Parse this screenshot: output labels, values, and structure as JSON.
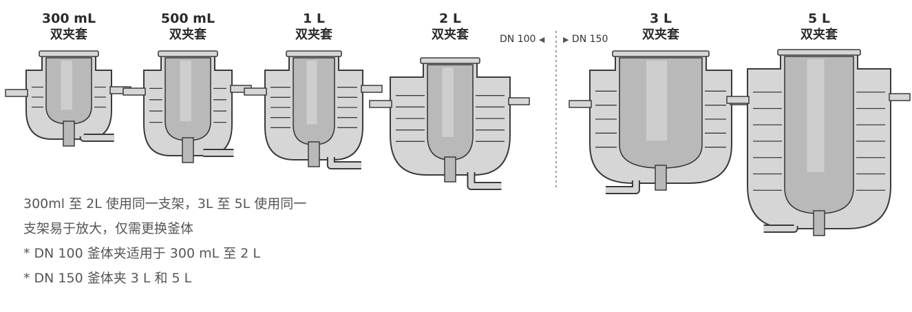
{
  "vessels": [
    {
      "size": "300 mL",
      "type": "双夹套"
    },
    {
      "size": "500 mL",
      "type": "双夹套"
    },
    {
      "size": "1 L",
      "type": "双夹套"
    },
    {
      "size": "2 L",
      "type": "双夹套"
    },
    {
      "size": "3 L",
      "type": "双夹套"
    },
    {
      "size": "5 L",
      "type": "双夹套"
    }
  ],
  "divider": {
    "left_label": "DN 100",
    "right_label": "DN 150",
    "left_arrow": "◀",
    "right_arrow": "▶"
  },
  "notes": {
    "line1": "300ml 至 2L 使用同一支架，3L 至 5L 使用同一",
    "line2": "支架易于放大，仅需更换釜体",
    "line3": "* DN 100 釜体夹适用于 300 mL 至 2 L",
    "line4": "* DN 150 釜体夹 3 L 和 5 L"
  },
  "colors": {
    "outline": "#3a3a3a",
    "jacket_fill": "#d6d6d6",
    "inner_fill": "#b9b9b9",
    "highlight": "#e4e4e4"
  }
}
